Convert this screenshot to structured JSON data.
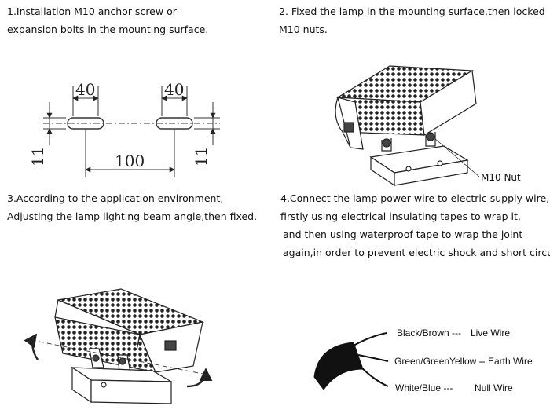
{
  "steps": {
    "step1": {
      "line1": "1.Installation M10 anchor screw or",
      "line2": "expansion bolts in the mounting surface."
    },
    "step2": {
      "line1": "2. Fixed the lamp in the mounting surface,then locked",
      "line2": "M10 nuts."
    },
    "step3": {
      "line1": "3.According to the application environment,",
      "line2": "Adjusting the lamp lighting beam angle,then fixed."
    },
    "step4": {
      "line1": "4.Connect the lamp power wire to electric supply wire,",
      "line2": "firstly using electrical insulating tapes to wrap it,",
      "line3": "and then using waterproof tape to wrap the joint",
      "line4": "again,in order to prevent electric shock and short circuit."
    }
  },
  "dimensions": {
    "slot_width_left": "40",
    "slot_width_right": "40",
    "slot_spacing": "100",
    "slot_height_left": "11",
    "slot_height_right": "11"
  },
  "callouts": {
    "nut_label": "M10 Nut"
  },
  "wiring": [
    {
      "color": "Black/Brown ---",
      "function": "Live Wire"
    },
    {
      "color": "Green/GreenYellow -- Earth Wire",
      "function": ""
    },
    {
      "color": "White/Blue ---",
      "function": "Null Wire"
    }
  ]
}
